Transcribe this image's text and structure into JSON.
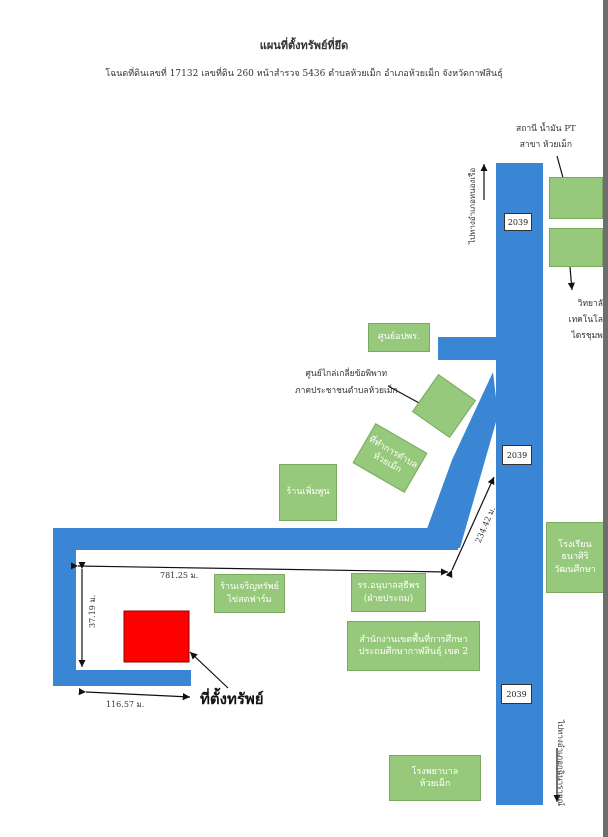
{
  "map": {
    "title": "แผนที่ตั้งทรัพย์ที่ยึด",
    "subtitle": "โฉนดที่ดินเลขที่ 17132 เลขที่ดิน 260 หน้าสำรวจ 5436 ตำบลห้วยเม็ก อำเภอห้วยเม็ก จังหวัดกาฬสินธุ์",
    "road_number_1": "2039",
    "road_number_2": "2039",
    "road_number_3": "2039",
    "direction_north": "ไปทางอำเภอหนองเรือ",
    "direction_south": "ไปทางอำเภอกุฉินารายณ์",
    "gas_station": "สถานี น้ำมัน PT\nสาขา ห้วยเม็ก",
    "college": "วิทยาลัยเทคโนโลยี\nไดรชุมพล",
    "post_center": "ศูนย์อปพร.",
    "community_center_label": "ศูนย์ไกล่เกลี่ยข้อพิพาท\nภาคประชาชนตำบลห้วยเม็ก",
    "district_office": "ที่ทำการตำบล\nห้วยเม็ก",
    "shop_1": "ร้านเพิ่มพูน",
    "school_right": "โรงเรียน\nธนาศิริ\nวัฒนศึกษา",
    "shop_2": "ร้านเจริญทรัพย์\nไข่สดฟาร์ม",
    "kindergarten": "รร.อนุบาลสุธีพร\n(ฝ่ายประถม)",
    "education_office": "สำนักงานเขตพื้นที่การศึกษา\nประถมศึกษากาฬสินธุ์ เขต 2",
    "hospital": "โรงพยาบาล\nห้วยเม็ก",
    "dist_long": "781.25 ม.",
    "dist_diag": "234.42 ม.",
    "dist_vert": "37.19 ม.",
    "dist_bottom": "116.57 ม.",
    "property_label": "ที่ตั้งทรัพย์",
    "colors": {
      "road": "#3a86d4",
      "building": "#96c97b",
      "property": "#ff0000"
    }
  }
}
